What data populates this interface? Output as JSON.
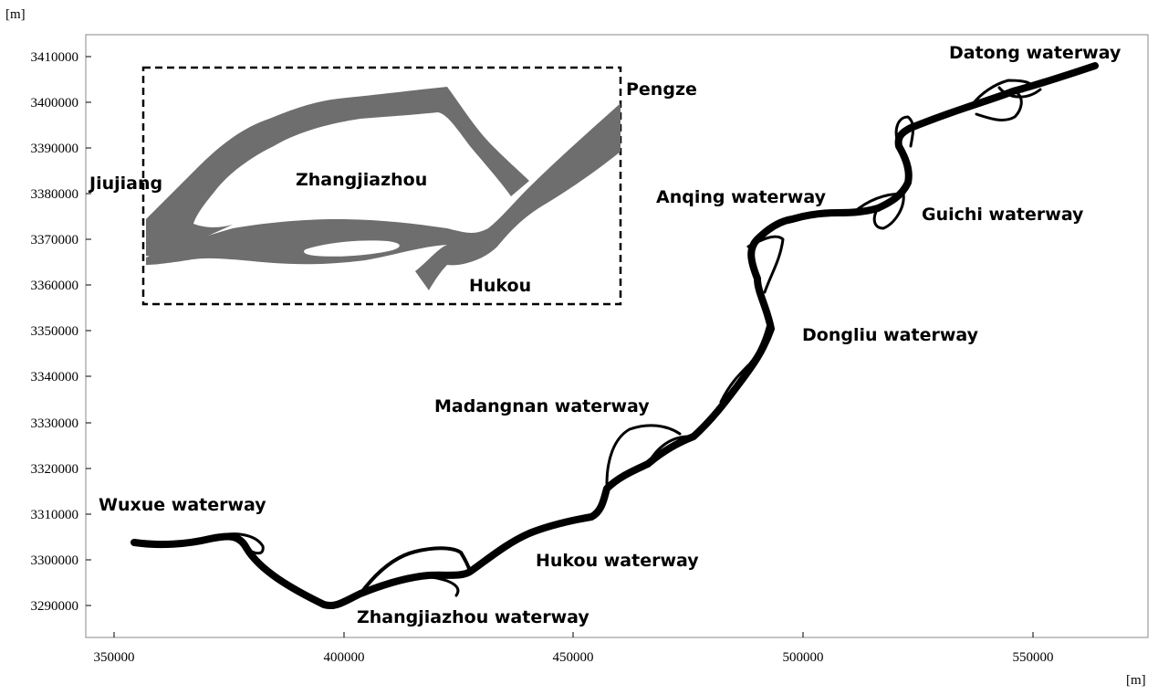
{
  "axes": {
    "y_unit": "[m]",
    "x_unit": "[m]",
    "y_ticks": [
      "3410000",
      "3400000",
      "3390000",
      "3380000",
      "3370000",
      "3360000",
      "3350000",
      "3340000",
      "3330000",
      "3320000",
      "3310000",
      "3300000",
      "3290000"
    ],
    "x_ticks": [
      "350000",
      "400000",
      "450000",
      "500000",
      "550000"
    ]
  },
  "river_labels": {
    "datong": "Datong waterway",
    "guichi": "Guichi waterway",
    "anqing": "Anqing waterway",
    "dongliu": "Dongliu waterway",
    "madangnan": "Madangnan waterway",
    "hukou": "Hukou waterway",
    "zhangjiazhou": "Zhangjiazhou waterway",
    "wuxue": "Wuxue waterway"
  },
  "inset_labels": {
    "pengze": "Pengze",
    "jiujiang": "Jiujiang",
    "zhangjiazhou": "Zhangjiazhou",
    "hukou": "Hukou"
  },
  "colors": {
    "river": "#000000",
    "inset_river": "#6e6e6e",
    "inset_border": "#000000"
  }
}
